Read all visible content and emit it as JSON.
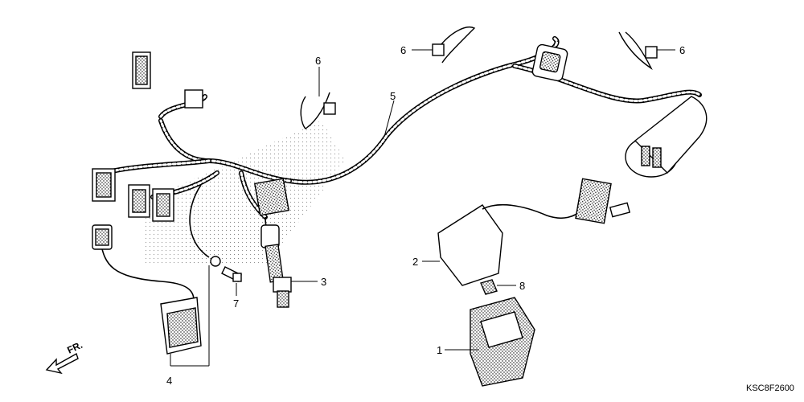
{
  "callouts": [
    {
      "id": "1",
      "label": "1"
    },
    {
      "id": "2",
      "label": "2"
    },
    {
      "id": "3",
      "label": "3"
    },
    {
      "id": "4",
      "label": "4"
    },
    {
      "id": "5",
      "label": "5"
    },
    {
      "id": "6a",
      "label": "6"
    },
    {
      "id": "6b",
      "label": "6"
    },
    {
      "id": "6c",
      "label": "6"
    },
    {
      "id": "7",
      "label": "7"
    },
    {
      "id": "8",
      "label": "8"
    }
  ],
  "direction_label": "FR.",
  "diagram_code": "KSC8F2600",
  "icons": {
    "direction": "front-arrow-icon"
  }
}
